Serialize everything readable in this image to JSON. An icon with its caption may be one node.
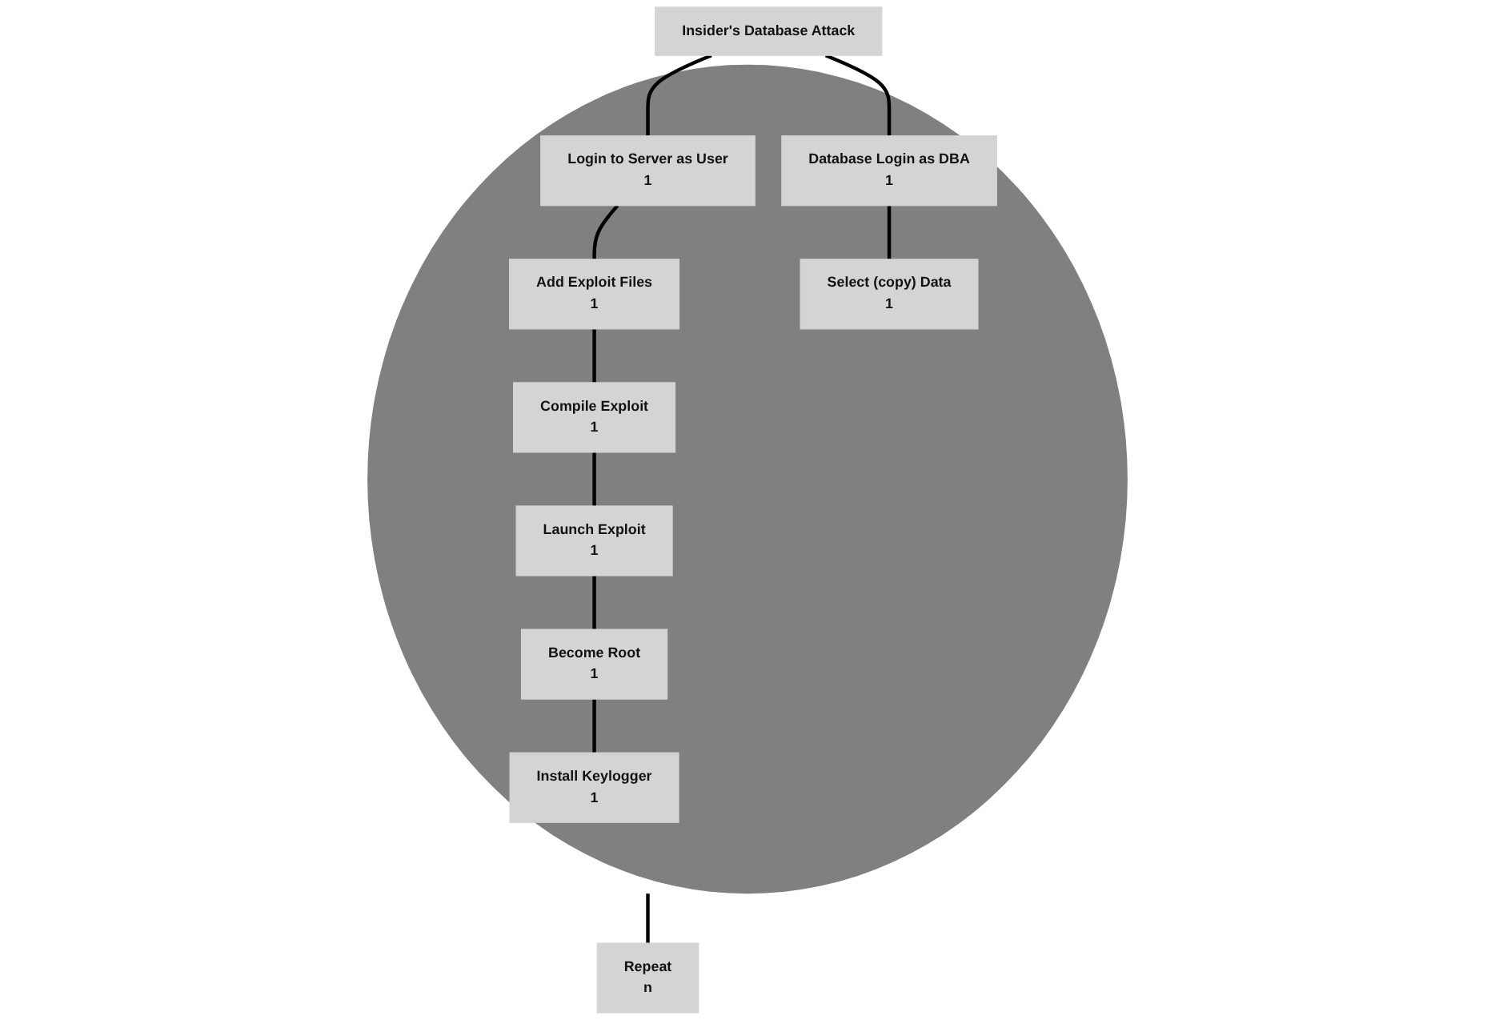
{
  "diagram": {
    "nodes": [
      {
        "text": [
          "Insider's Database Attack"
        ]
      },
      {
        "text": [],
        "shape": "ellipse"
      },
      {
        "text": [
          "Login to Server as User",
          "1"
        ],
        "in": 1
      },
      {
        "text": [
          "Database Login as DBA",
          "1"
        ],
        "in": 1
      },
      {
        "text": [
          "Add Exploit Files",
          "1"
        ],
        "in": 1
      },
      {
        "text": [
          "Select (copy) Data",
          "1"
        ],
        "in": 1
      },
      {
        "text": [
          "Compile Exploit",
          "1"
        ],
        "in": 1
      },
      {
        "text": [
          "Launch Exploit",
          "1"
        ],
        "in": 1
      },
      {
        "text": [
          "Become Root",
          "1"
        ],
        "in": 1
      },
      {
        "text": [
          "Install Keylogger",
          "1"
        ],
        "in": 1
      },
      {
        "text": [
          "Repeat",
          "n"
        ]
      }
    ],
    "edges": [
      {
        "from": 0,
        "to": 2,
        "arrow": "none"
      },
      {
        "from": 0,
        "to": 3,
        "arrow": "none"
      },
      {
        "from": 2,
        "to": 4,
        "arrow": "none"
      },
      {
        "from": 3,
        "to": 5,
        "arrow": "none"
      },
      {
        "from": 4,
        "to": 6,
        "arrow": "none"
      },
      {
        "from": 6,
        "to": 7,
        "arrow": "none"
      },
      {
        "from": 7,
        "to": 8,
        "arrow": "none"
      },
      {
        "from": 8,
        "to": 9,
        "arrow": "none"
      },
      {
        "from": 1,
        "to": 10,
        "arrow": "none"
      }
    ]
  }
}
